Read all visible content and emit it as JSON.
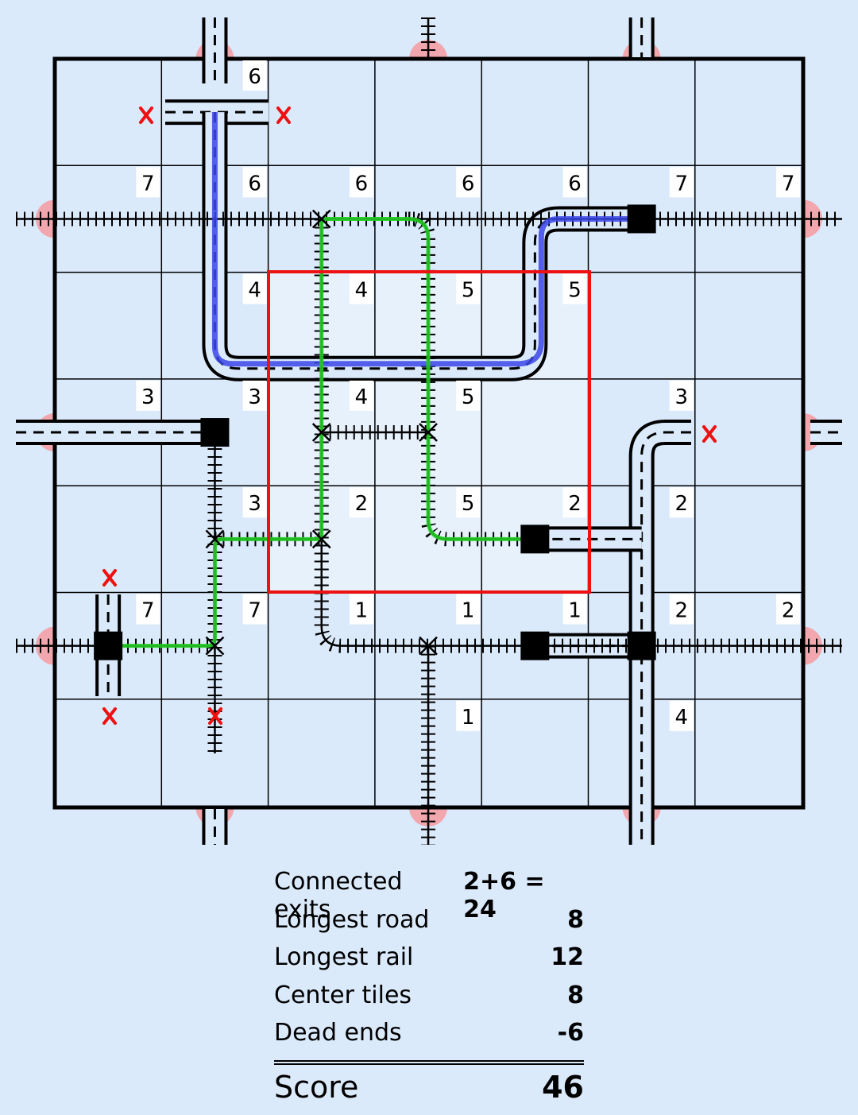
{
  "board": {
    "colors": {
      "background": "#dbeafb",
      "center_fill": "#e6f1fc",
      "grid": "#000000",
      "exit_marker": "#f2a6ae",
      "center_outline": "#ee1111",
      "blue_route": "#3b47e6",
      "green_route": "#22cc22",
      "dead_end_mark": "#ee1111"
    },
    "cell_numbers": [
      {
        "row": 0,
        "col": 1,
        "value": "6"
      },
      {
        "row": 1,
        "col": 0,
        "value": "7"
      },
      {
        "row": 1,
        "col": 1,
        "value": "6"
      },
      {
        "row": 1,
        "col": 2,
        "value": "6"
      },
      {
        "row": 1,
        "col": 3,
        "value": "6"
      },
      {
        "row": 1,
        "col": 4,
        "value": "6"
      },
      {
        "row": 1,
        "col": 5,
        "value": "7"
      },
      {
        "row": 1,
        "col": 6,
        "value": "7"
      },
      {
        "row": 2,
        "col": 1,
        "value": "4"
      },
      {
        "row": 2,
        "col": 2,
        "value": "4"
      },
      {
        "row": 2,
        "col": 3,
        "value": "5"
      },
      {
        "row": 2,
        "col": 4,
        "value": "5"
      },
      {
        "row": 3,
        "col": 0,
        "value": "3"
      },
      {
        "row": 3,
        "col": 1,
        "value": "3"
      },
      {
        "row": 3,
        "col": 2,
        "value": "4"
      },
      {
        "row": 3,
        "col": 3,
        "value": "5"
      },
      {
        "row": 3,
        "col": 5,
        "value": "3"
      },
      {
        "row": 4,
        "col": 1,
        "value": "3"
      },
      {
        "row": 4,
        "col": 2,
        "value": "2"
      },
      {
        "row": 4,
        "col": 3,
        "value": "5"
      },
      {
        "row": 4,
        "col": 4,
        "value": "2"
      },
      {
        "row": 4,
        "col": 5,
        "value": "2"
      },
      {
        "row": 5,
        "col": 0,
        "value": "7"
      },
      {
        "row": 5,
        "col": 1,
        "value": "7"
      },
      {
        "row": 5,
        "col": 2,
        "value": "1"
      },
      {
        "row": 5,
        "col": 3,
        "value": "1"
      },
      {
        "row": 5,
        "col": 4,
        "value": "1"
      },
      {
        "row": 5,
        "col": 5,
        "value": "2"
      },
      {
        "row": 5,
        "col": 6,
        "value": "2"
      },
      {
        "row": 6,
        "col": 3,
        "value": "1"
      },
      {
        "row": 6,
        "col": 5,
        "value": "4"
      }
    ]
  },
  "score": {
    "rows": [
      {
        "label": "Connected exits",
        "value": "2+6 = 24"
      },
      {
        "label": "Longest road",
        "value": "8"
      },
      {
        "label": "Longest rail",
        "value": "12"
      },
      {
        "label": "Center tiles",
        "value": "8"
      },
      {
        "label": "Dead ends",
        "value": "-6"
      }
    ],
    "total_label": "Score",
    "total_value": "46"
  }
}
